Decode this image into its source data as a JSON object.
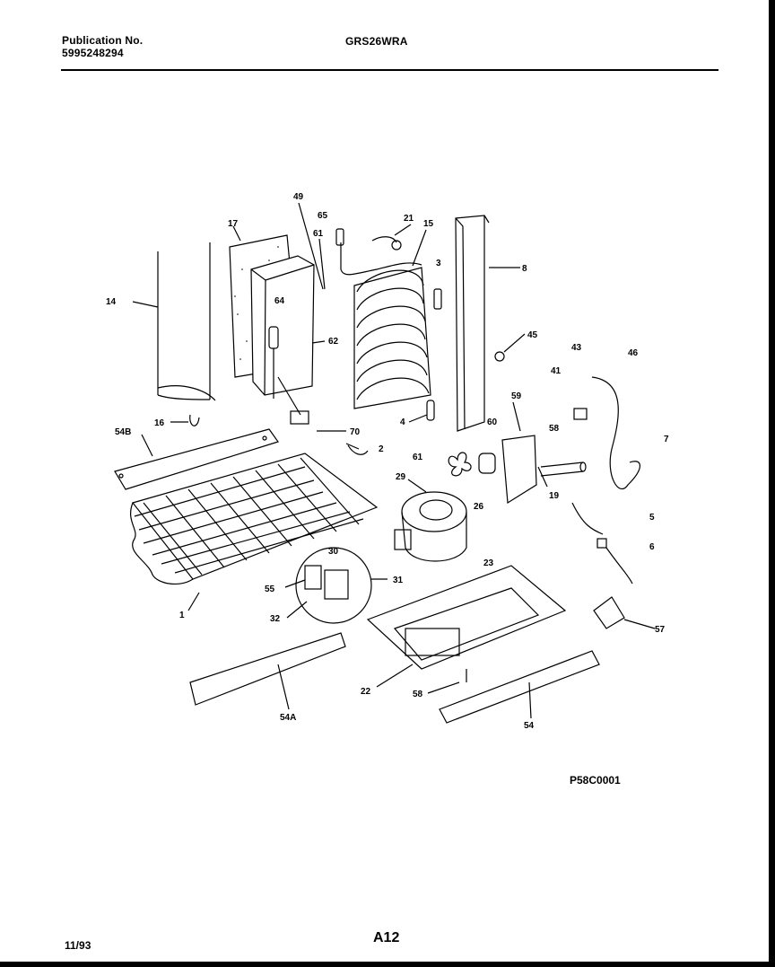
{
  "header": {
    "publication_label": "Publication No.",
    "publication_number": "5995248294",
    "model": "GRS26WRA"
  },
  "diagram": {
    "code": "P58C0001",
    "callouts": [
      "49",
      "17",
      "65",
      "21",
      "15",
      "61",
      "14",
      "3",
      "8",
      "64",
      "62",
      "45",
      "43",
      "46",
      "41",
      "4",
      "59",
      "58",
      "70",
      "7",
      "16",
      "54B",
      "2",
      "60",
      "61",
      "19",
      "29",
      "26",
      "5",
      "6",
      "30",
      "23",
      "31",
      "55",
      "32",
      "1",
      "57",
      "22",
      "58",
      "54A",
      "54"
    ]
  },
  "footer": {
    "date": "11/93",
    "page": "A12"
  }
}
